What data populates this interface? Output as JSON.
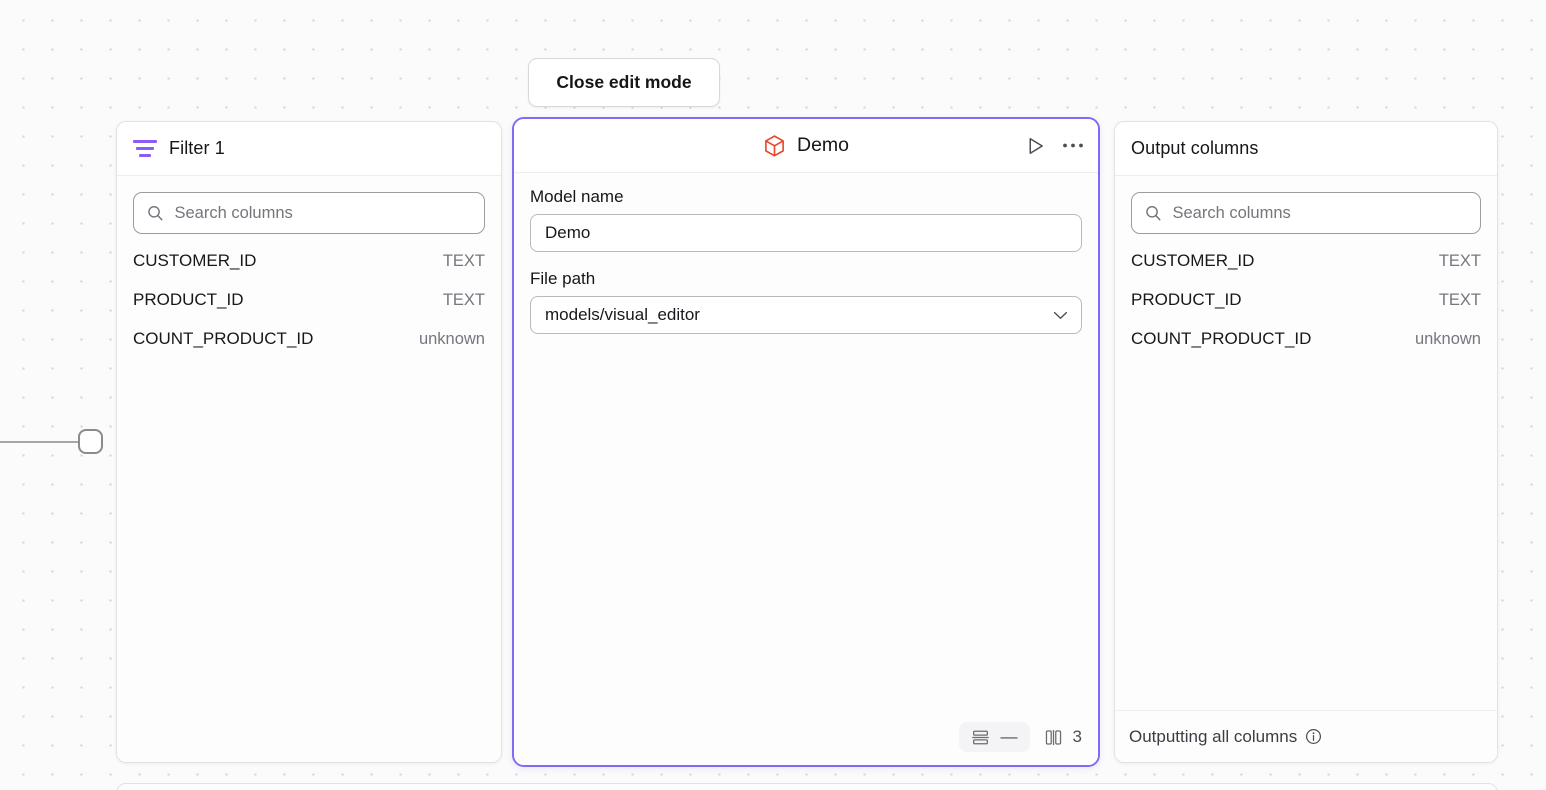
{
  "canvas": {
    "background_color": "#fbfbfb",
    "dot_color": "#d2d2d6",
    "accent_color": "#7f6bf6",
    "cube_icon_color": "#e8472a",
    "filter_icon_color": "#8b5cf6"
  },
  "toolbar": {
    "close_edit_mode_label": "Close edit mode"
  },
  "filter_panel": {
    "title": "Filter 1",
    "icon": "filter-icon",
    "search": {
      "placeholder": "Search columns",
      "value": "",
      "icon": "search-icon"
    },
    "columns": [
      {
        "name": "CUSTOMER_ID",
        "type": "TEXT"
      },
      {
        "name": "PRODUCT_ID",
        "type": "TEXT"
      },
      {
        "name": "COUNT_PRODUCT_ID",
        "type": "unknown"
      }
    ]
  },
  "model_panel": {
    "title": "Demo",
    "icon": "cube-icon",
    "actions": [
      {
        "name": "run-button",
        "icon": "play-icon"
      },
      {
        "name": "more-options-button",
        "icon": "ellipsis-icon"
      }
    ],
    "fields": {
      "model_name_label": "Model name",
      "model_name_value": "Demo",
      "model_name_placeholder": "Model name",
      "file_path_label": "File path",
      "file_path_value": "models/visual_editor",
      "file_path_chevron": "chevron-down-icon"
    },
    "stats": {
      "rows_icon": "rows-icon",
      "rows_value": "—",
      "columns_icon": "columns-icon",
      "columns_value": "3"
    }
  },
  "output_panel": {
    "title": "Output columns",
    "search": {
      "placeholder": "Search columns",
      "value": "",
      "icon": "search-icon"
    },
    "columns": [
      {
        "name": "CUSTOMER_ID",
        "type": "TEXT"
      },
      {
        "name": "PRODUCT_ID",
        "type": "TEXT"
      },
      {
        "name": "COUNT_PRODUCT_ID",
        "type": "unknown"
      }
    ],
    "footer_text": "Outputting all columns",
    "footer_icon": "info-icon"
  }
}
